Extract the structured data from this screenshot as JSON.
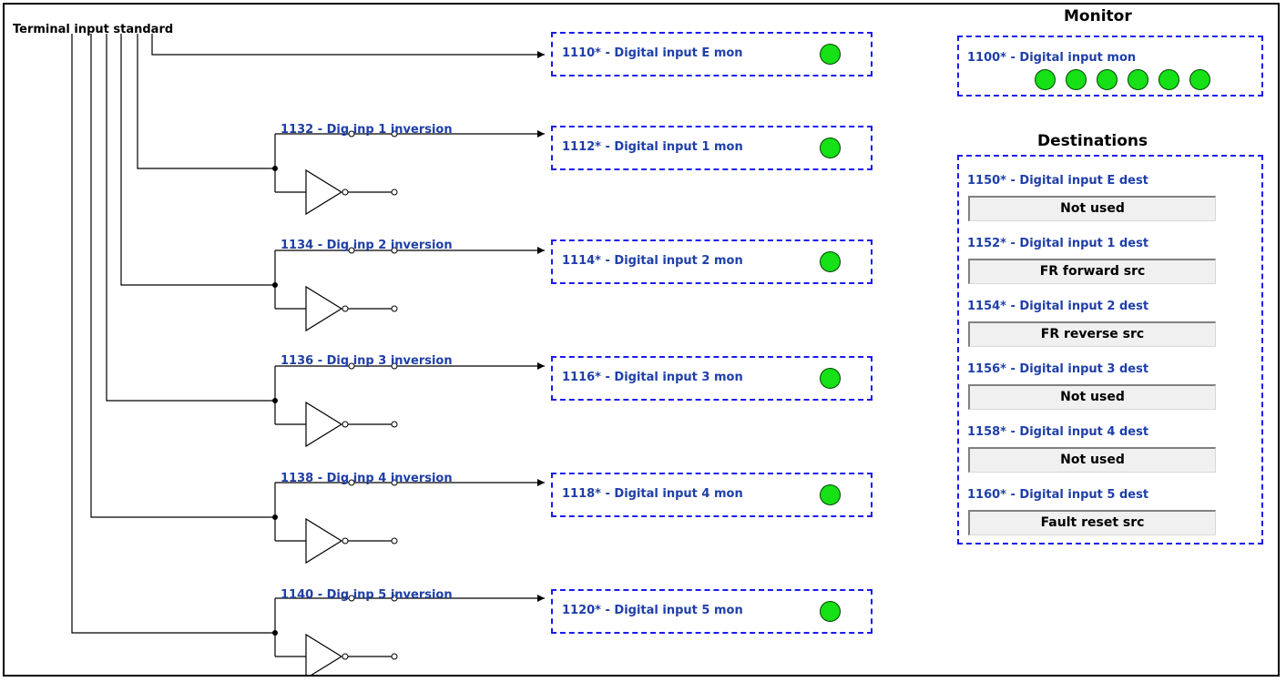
{
  "title": "Terminal input standard",
  "inputs": [
    {
      "mon_label": "1110* - Digital input E mon",
      "state": "on"
    },
    {
      "inversion_label": "1132 - Dig inp 1 inversion",
      "mon_label": "1112* - Digital input 1 mon",
      "state": "on"
    },
    {
      "inversion_label": "1134 - Dig inp 2 inversion",
      "mon_label": "1114* - Digital input 2 mon",
      "state": "on"
    },
    {
      "inversion_label": "1136 - Dig inp 3 inversion",
      "mon_label": "1116* - Digital input 3 mon",
      "state": "on"
    },
    {
      "inversion_label": "1138 - Dig inp 4 inversion",
      "mon_label": "1118* - Digital input 4 mon",
      "state": "on"
    },
    {
      "inversion_label": "1140 - Dig inp 5 inversion",
      "mon_label": "1120* - Digital input 5 mon",
      "state": "on"
    }
  ],
  "monitor": {
    "heading": "Monitor",
    "label": "1100* - Digital input mon",
    "leds": [
      "on",
      "on",
      "on",
      "on",
      "on",
      "on"
    ]
  },
  "destinations": {
    "heading": "Destinations",
    "items": [
      {
        "label": "1150* - Digital input E dest",
        "value": "Not used"
      },
      {
        "label": "1152* - Digital input 1 dest",
        "value": "FR forward src"
      },
      {
        "label": "1154* - Digital input 2 dest",
        "value": "FR reverse src"
      },
      {
        "label": "1156* - Digital input 3 dest",
        "value": "Not used"
      },
      {
        "label": "1158* - Digital input 4 dest",
        "value": "Not used"
      },
      {
        "label": "1160* - Digital input 5 dest",
        "value": "Fault reset src"
      }
    ]
  },
  "colors": {
    "label_blue": "#1f3fa8",
    "box_border": "#1a1af0",
    "led_on": "#16e016"
  }
}
